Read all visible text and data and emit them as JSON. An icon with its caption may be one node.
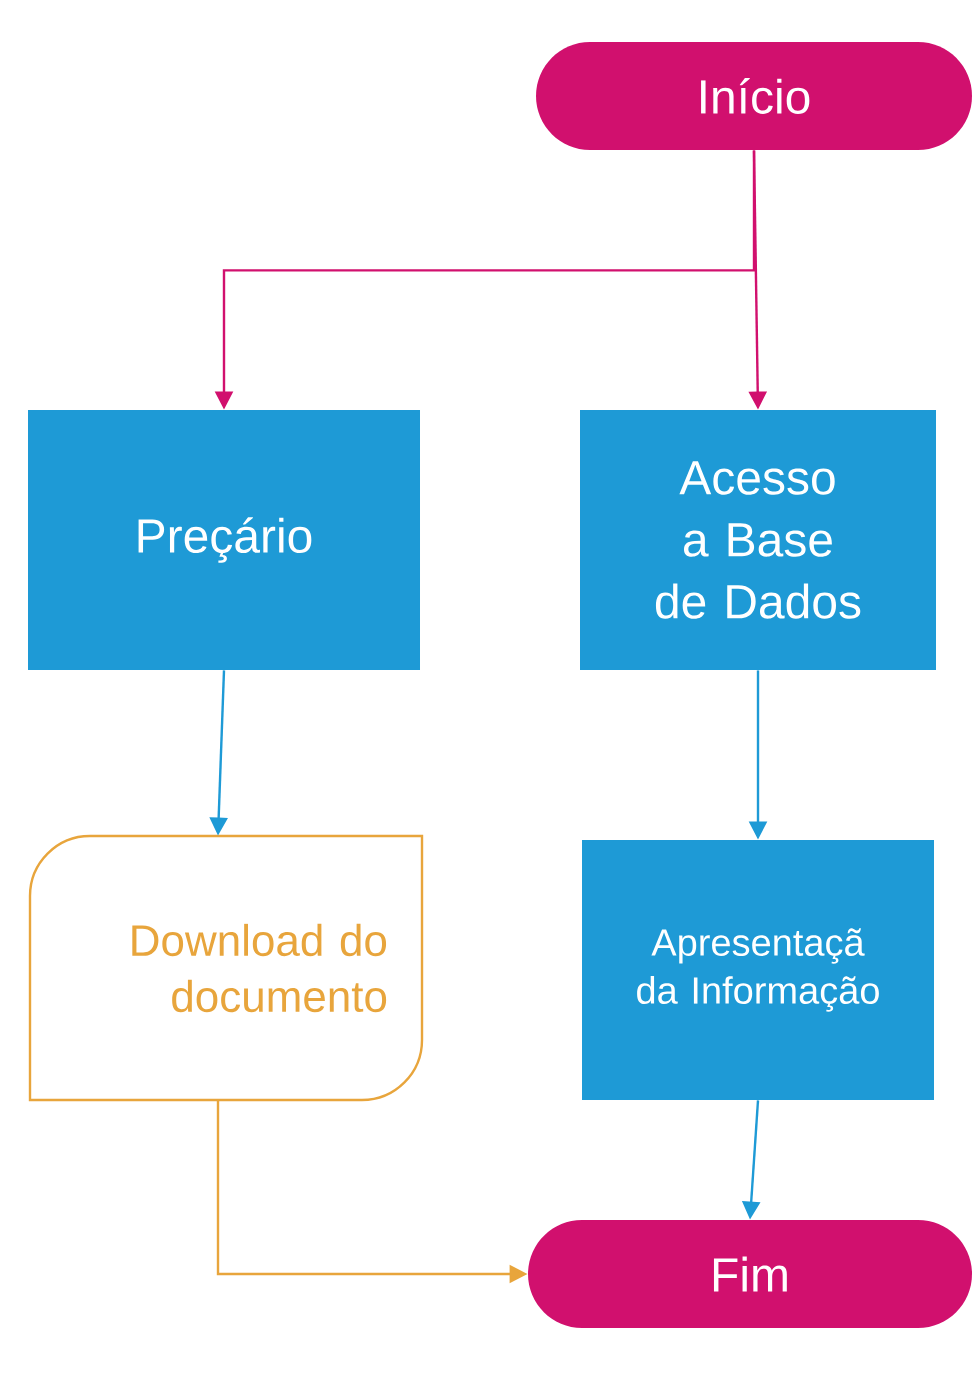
{
  "diagram": {
    "nodes": [
      {
        "text": [
          "Início"
        ]
      },
      {
        "text": [
          "Preçário"
        ]
      },
      {
        "text": [
          "Acesso a Base de Dados"
        ]
      },
      {
        "text": [
          "Download do documento"
        ]
      },
      {
        "text": [
          "Apresentaçã da Informação"
        ]
      },
      {
        "text": [
          "Fim"
        ]
      }
    ],
    "edges": [
      {
        "from": 0,
        "to": 1,
        "arrow": "to",
        "color": "#d1106e"
      },
      {
        "from": 0,
        "to": 2,
        "arrow": "to",
        "color": "#d1106e"
      },
      {
        "from": 1,
        "to": 3,
        "arrow": "to"
      },
      {
        "from": 2,
        "to": 4,
        "arrow": "to"
      },
      {
        "from": 4,
        "to": 5,
        "arrow": "to"
      },
      {
        "from": 3,
        "to": 5,
        "arrow": "to",
        "color": "#e8a53c"
      }
    ]
  }
}
